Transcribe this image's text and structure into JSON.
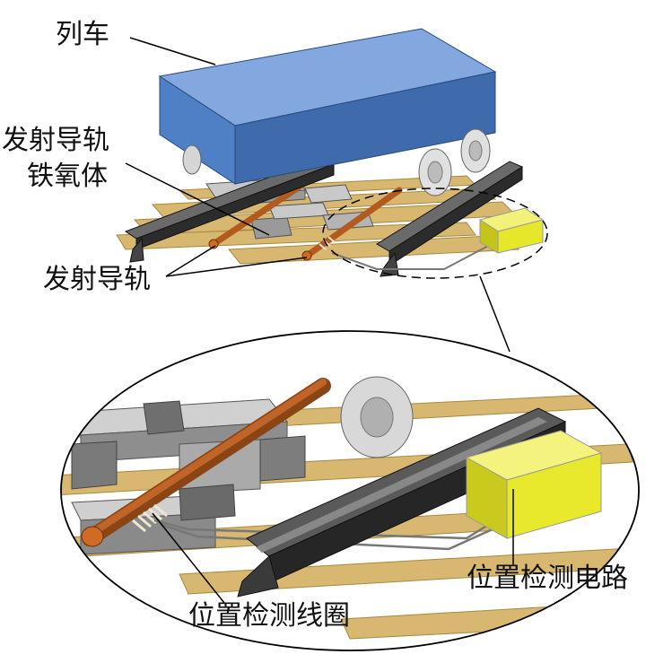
{
  "labels": {
    "train": "列车",
    "guide_ferrite_line1": "发射导轨",
    "guide_ferrite_line2": "铁氧体",
    "launch_rail": "发射导轨",
    "position_coil": "位置检测线圈",
    "position_circuit": "位置检测电路"
  },
  "colors": {
    "train_front": "#4f7fc4",
    "train_top": "#83a8e0",
    "train_side": "#3a5f99",
    "rail": "#2c2c2c",
    "rail_highlight": "#6a6a6a",
    "sleeper": "#d8b870",
    "sleeper_edge": "#a98840",
    "ferrite": "#9a9a9a",
    "ferrite_top": "#c9c9c9",
    "guide_rod": "#b35a1e",
    "coil": "#e8e2d2",
    "circuit_box": "#e6e62a",
    "circuit_box_side": "#c4c41a",
    "wheel": "#d5d5d5",
    "outline": "#000000"
  }
}
